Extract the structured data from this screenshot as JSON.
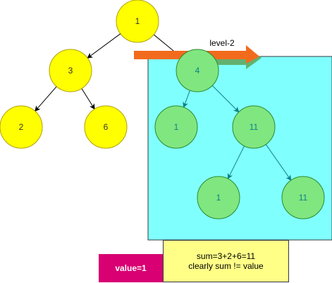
{
  "tree": {
    "nodes": [
      {
        "id": "n1",
        "label": "1",
        "style": "yellow"
      },
      {
        "id": "n3",
        "label": "3",
        "style": "yellow"
      },
      {
        "id": "n2",
        "label": "2",
        "style": "yellow"
      },
      {
        "id": "n6",
        "label": "6",
        "style": "yellow"
      },
      {
        "id": "n4",
        "label": "4",
        "style": "green"
      },
      {
        "id": "n1b",
        "label": "1",
        "style": "green"
      },
      {
        "id": "n11",
        "label": "11",
        "style": "green"
      },
      {
        "id": "n1c",
        "label": "1",
        "style": "green"
      },
      {
        "id": "n11b",
        "label": "11",
        "style": "green"
      }
    ],
    "edges": [
      {
        "from": "n1",
        "to": "n3"
      },
      {
        "from": "n1",
        "to": "n4"
      },
      {
        "from": "n3",
        "to": "n2"
      },
      {
        "from": "n3",
        "to": "n6"
      },
      {
        "from": "n4",
        "to": "n1b"
      },
      {
        "from": "n4",
        "to": "n11"
      },
      {
        "from": "n11",
        "to": "n1c"
      },
      {
        "from": "n11",
        "to": "n11b"
      }
    ]
  },
  "level_arrow": {
    "label": "level-2"
  },
  "value_box": {
    "text": "value=1"
  },
  "sum_box": {
    "line1": "sum=3+2+6=11",
    "line2": "clearly sum != value"
  },
  "colors": {
    "yellow_fill": "#ffff00",
    "yellow_stroke": "#b0a000",
    "green_fill": "#80e680",
    "green_stroke": "#2d8a2d",
    "highlight": "#80ffff",
    "teal": "#0e8088",
    "orange": "#f26b1d",
    "green_arrow": "#4a9a4a",
    "magenta": "#d80073",
    "note_yellow": "#ffff88"
  }
}
